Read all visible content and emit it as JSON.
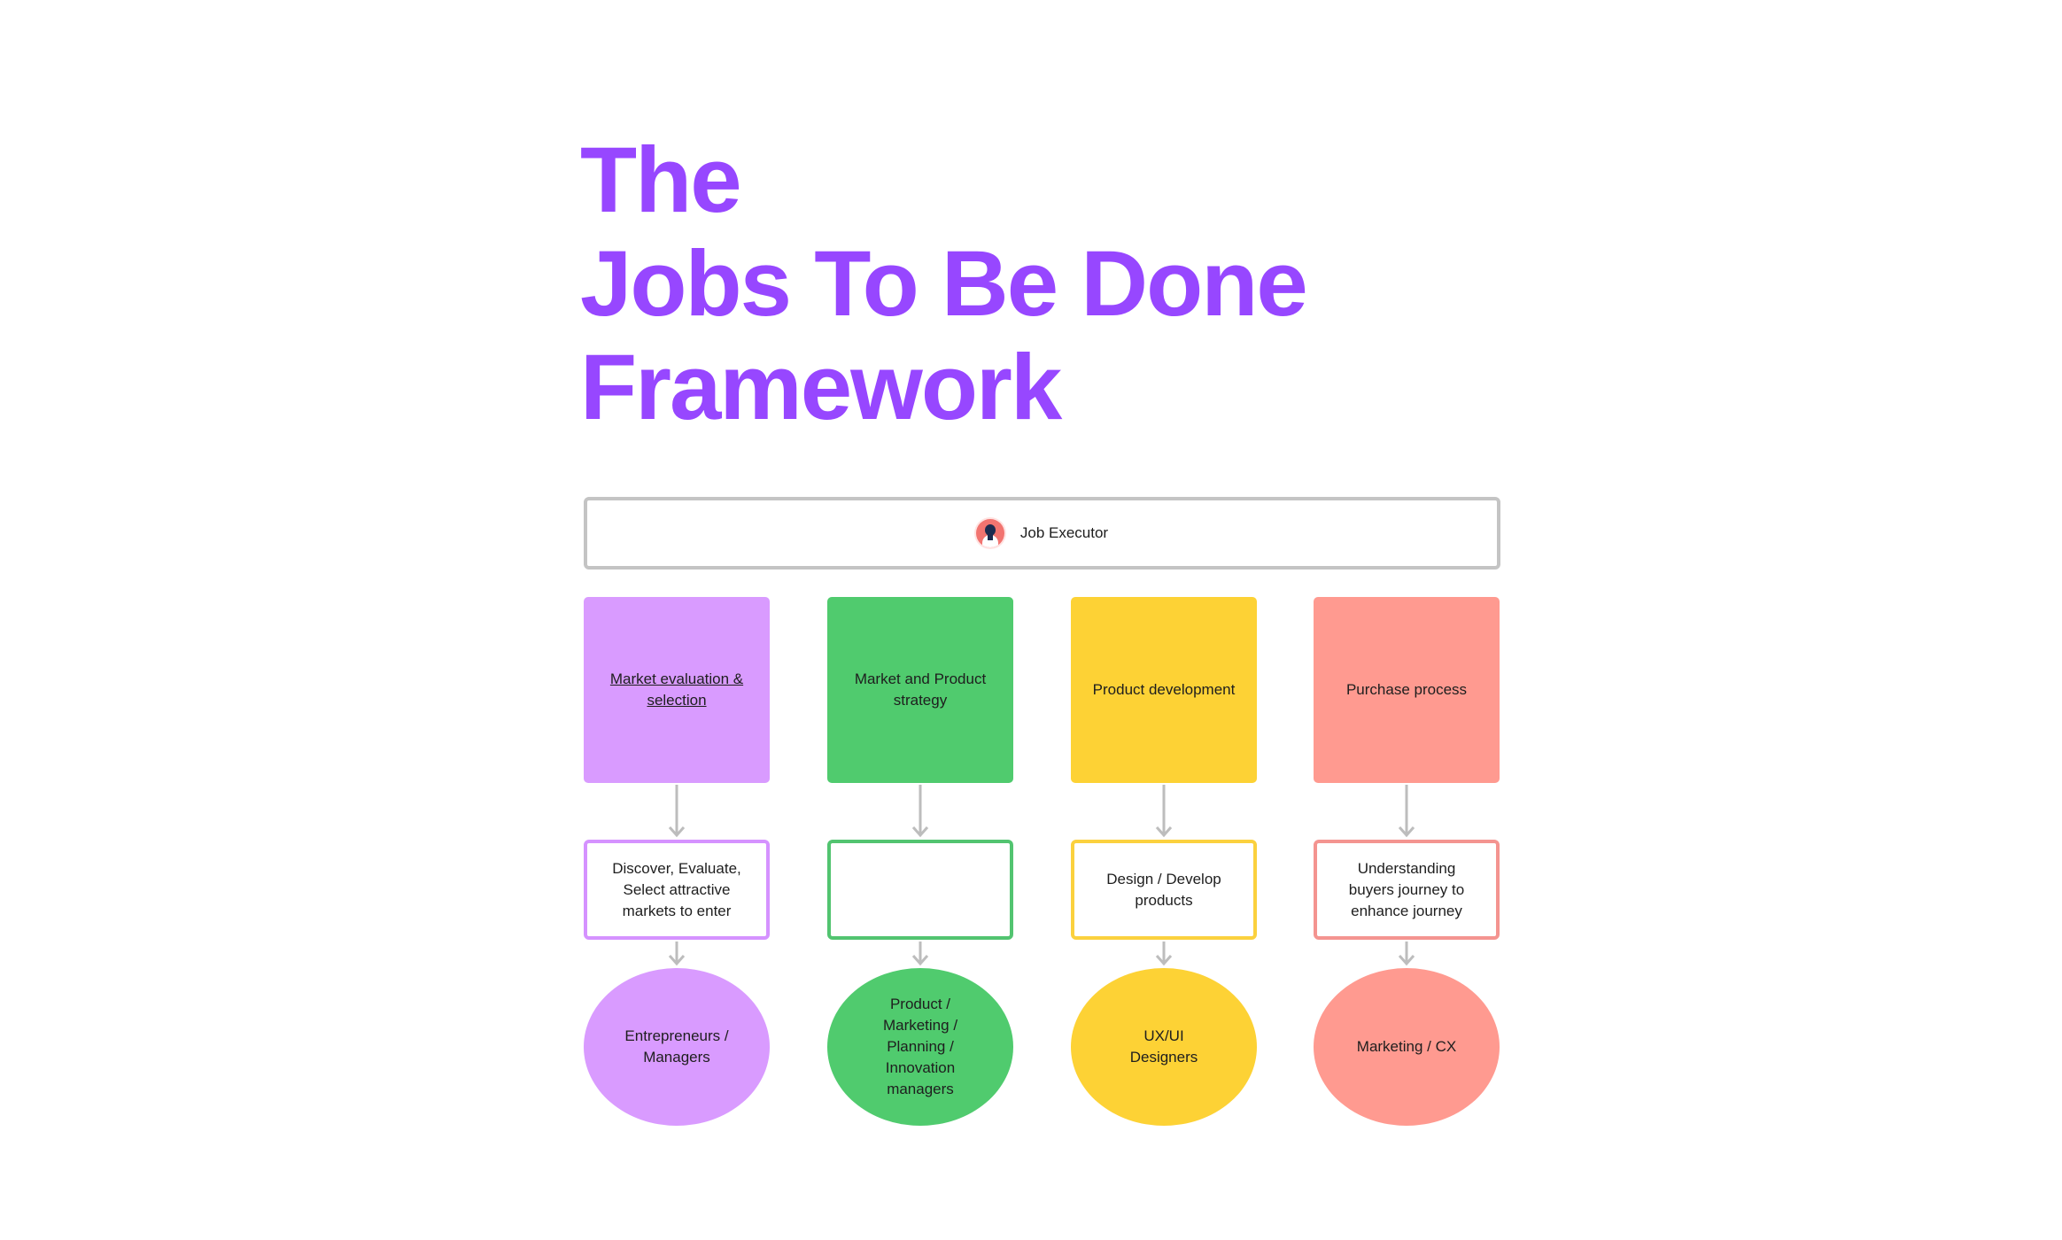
{
  "title": {
    "line1": "The",
    "line2": "Jobs To Be Done",
    "line3": "Framework"
  },
  "executor": {
    "label": "Job Executor",
    "avatar_icon": "person-avatar-icon"
  },
  "colors": {
    "title": "#9747ff",
    "purple": "#d99bff",
    "purple_border": "#d592ff",
    "green": "#50cb6e",
    "green_border": "#52c470",
    "yellow": "#fdd235",
    "yellow_border": "#fbd13e",
    "salmon": "#ff9a90",
    "salmon_border": "#f49490",
    "connector": "#bdbdbd",
    "executor_border": "#c4c4c4"
  },
  "columns": [
    {
      "stage": "Market evaluation & selection",
      "stage_underlined": true,
      "job": "Discover, Evaluate, Select attractive markets to enter",
      "persona": "Entrepreneurs / Managers"
    },
    {
      "stage": "Market and Product strategy",
      "stage_underlined": false,
      "job": "",
      "persona": "Product / Marketing / Planning / Innovation managers"
    },
    {
      "stage": "Product development",
      "stage_underlined": false,
      "job": "Design / Develop products",
      "persona": "UX/UI Designers"
    },
    {
      "stage": "Purchase process",
      "stage_underlined": false,
      "job": "Understanding buyers journey to enhance journey",
      "persona": "Marketing / CX"
    }
  ]
}
